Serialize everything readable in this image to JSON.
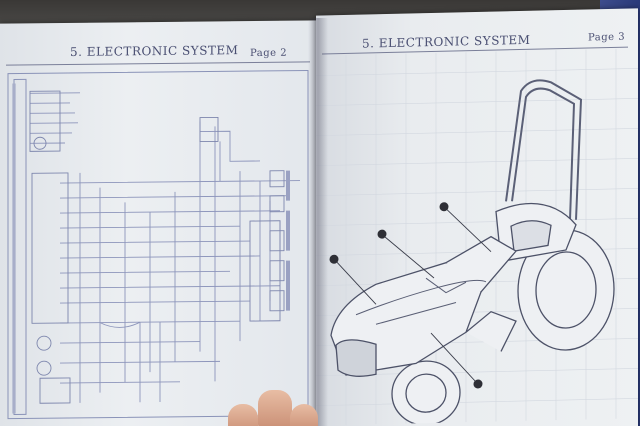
{
  "manual": {
    "left_page": {
      "section_title": "5.  ELECTRONIC SYSTEM",
      "page_label": "Page 2"
    },
    "right_page": {
      "section_title": "5.  ELECTRONIC SYSTEM",
      "page_label": "Page 3"
    }
  },
  "colors": {
    "paper": "#e9ecef",
    "ink_header": "#4a4f72",
    "diagram_line": "#8a93b8",
    "callout_dot": "#2e2f36",
    "background_blue": "#3d4c8c"
  }
}
